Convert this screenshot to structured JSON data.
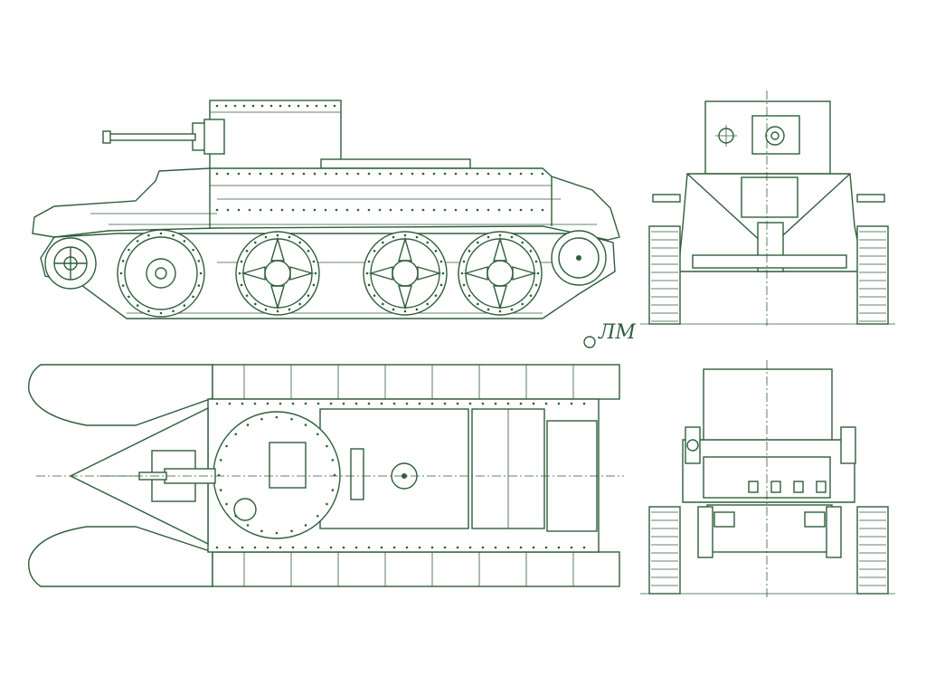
{
  "drawing": {
    "line_color": "#2f5e3a",
    "background": "#ffffff",
    "signature": "ЛМ",
    "views": [
      {
        "id": "side"
      },
      {
        "id": "front"
      },
      {
        "id": "top"
      },
      {
        "id": "rear"
      }
    ]
  }
}
